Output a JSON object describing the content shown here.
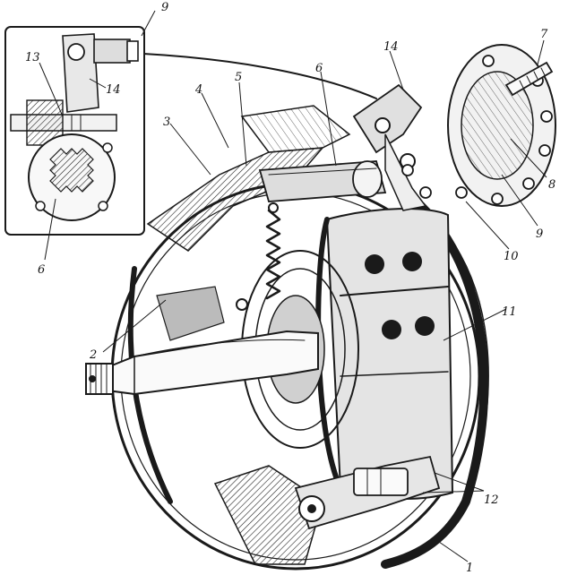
{
  "figure": {
    "callouts": {
      "c1": "1",
      "c2": "2",
      "c3": "3",
      "c4": "4",
      "c5": "5",
      "c6": "6",
      "c6_inset": "6",
      "c7": "7",
      "c8": "8",
      "c9_inset": "9",
      "c9": "9",
      "c10": "10",
      "c11": "11",
      "c12": "12",
      "c13": "13",
      "c14_inset": "14",
      "c14": "14"
    }
  },
  "colors": {
    "ink": "#1a1a1a",
    "paper": "#ffffff"
  }
}
